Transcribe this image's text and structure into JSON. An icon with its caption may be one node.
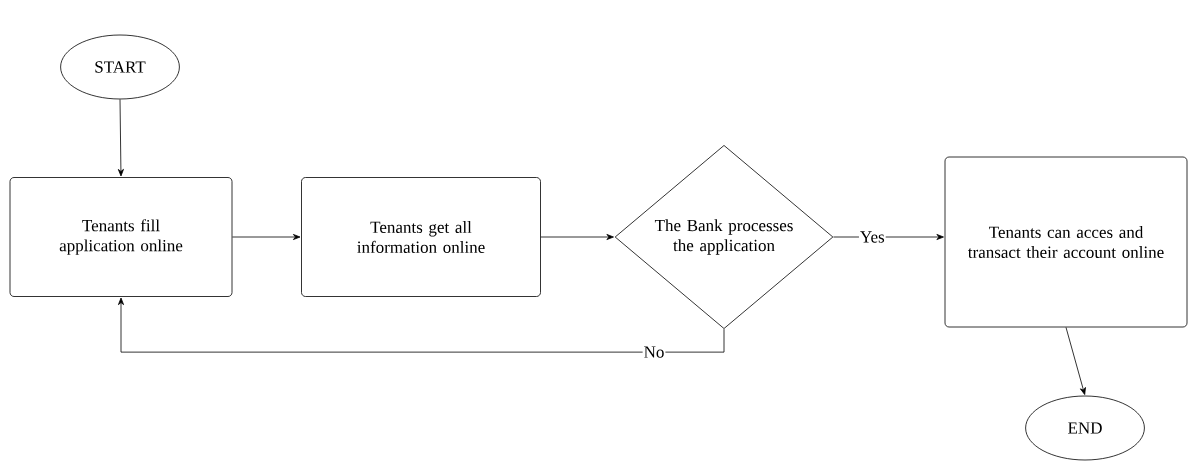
{
  "diagram": {
    "nodes": [
      {
        "text": [
          "START"
        ]
      },
      {
        "text": [
          "Tenants fill application online"
        ]
      },
      {
        "text": [
          "Tenants get all information online"
        ]
      },
      {
        "text": [
          "The Bank processes the application"
        ]
      },
      {
        "text": [
          "Tenants can acces and transact their account online"
        ]
      },
      {
        "text": [
          "END"
        ]
      }
    ],
    "edges": [
      {
        "from": 0,
        "to": 1,
        "arrow": "to"
      },
      {
        "from": 1,
        "to": 2,
        "arrow": "to"
      },
      {
        "from": 2,
        "to": 3,
        "arrow": "to"
      },
      {
        "from": 3,
        "to": 4,
        "arrow": "to",
        "label": "Yes"
      },
      {
        "from": 3,
        "to": 1,
        "arrow": "to",
        "label": "No"
      },
      {
        "from": 4,
        "to": 5,
        "arrow": "to"
      }
    ]
  }
}
